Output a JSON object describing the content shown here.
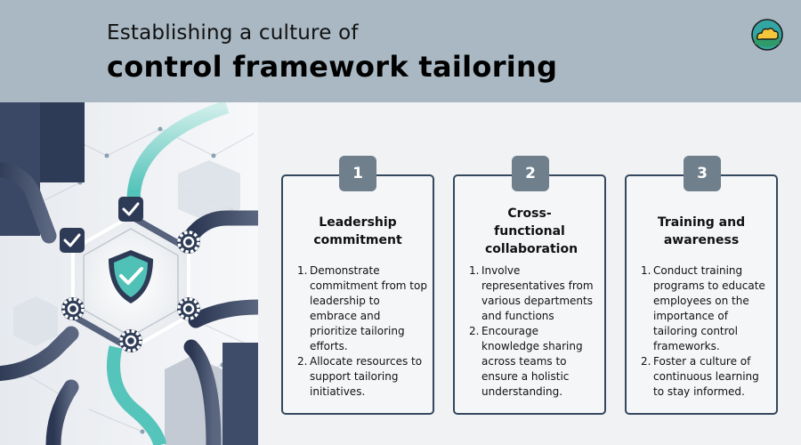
{
  "header": {
    "title_line1": "Establishing a culture of",
    "title_line2": "control framework tailoring"
  },
  "cards": [
    {
      "number": "1",
      "title": "Leadership commitment",
      "items": [
        {
          "num": "1.",
          "text": "Demonstrate commitment from top leadership to embrace and prioritize tailoring efforts."
        },
        {
          "num": "2.",
          "text": "Allocate resources to support tailoring initiatives."
        }
      ]
    },
    {
      "number": "2",
      "title": "Cross-functional collaboration",
      "items": [
        {
          "num": "1.",
          "text": "Involve representatives from various departments and functions"
        },
        {
          "num": "2.",
          "text": "Encourage knowledge sharing across teams to ensure a holistic understanding."
        }
      ]
    },
    {
      "number": "3",
      "title": "Training and awareness",
      "items": [
        {
          "num": "1.",
          "text": "Conduct training programs to educate employees on the importance of tailoring control frameworks."
        },
        {
          "num": "2.",
          "text": "Foster a culture of continuous learning to stay informed."
        }
      ]
    }
  ],
  "icons": {
    "logo": "cloud-logo-icon",
    "shield": "shield-check-icon",
    "checkbox": "checkbox-checked-icon",
    "gear": "gear-icon"
  },
  "colors": {
    "header_bg": "#a9b8c3",
    "page_bg": "#f0f2f4",
    "card_border": "#34485e",
    "badge_bg": "#6f7f8c",
    "teal_accent": "#5fc8bf",
    "navy": "#2e3b56"
  }
}
